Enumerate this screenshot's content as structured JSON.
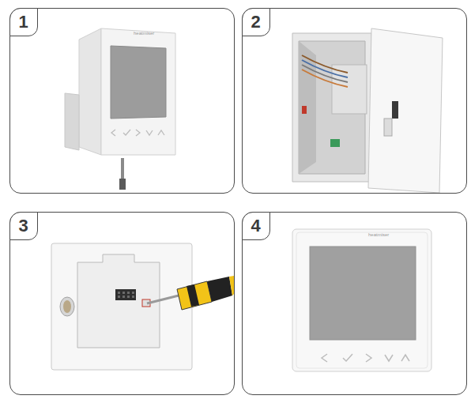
{
  "diagram": {
    "nodes": [
      {
        "text": [
          "1"
        ]
      },
      {
        "text": [
          "2"
        ]
      },
      {
        "text": [
          "3"
        ]
      },
      {
        "text": [
          "4"
        ]
      }
    ],
    "labels": [
      "heatmiser",
      "heatmiser"
    ]
  }
}
